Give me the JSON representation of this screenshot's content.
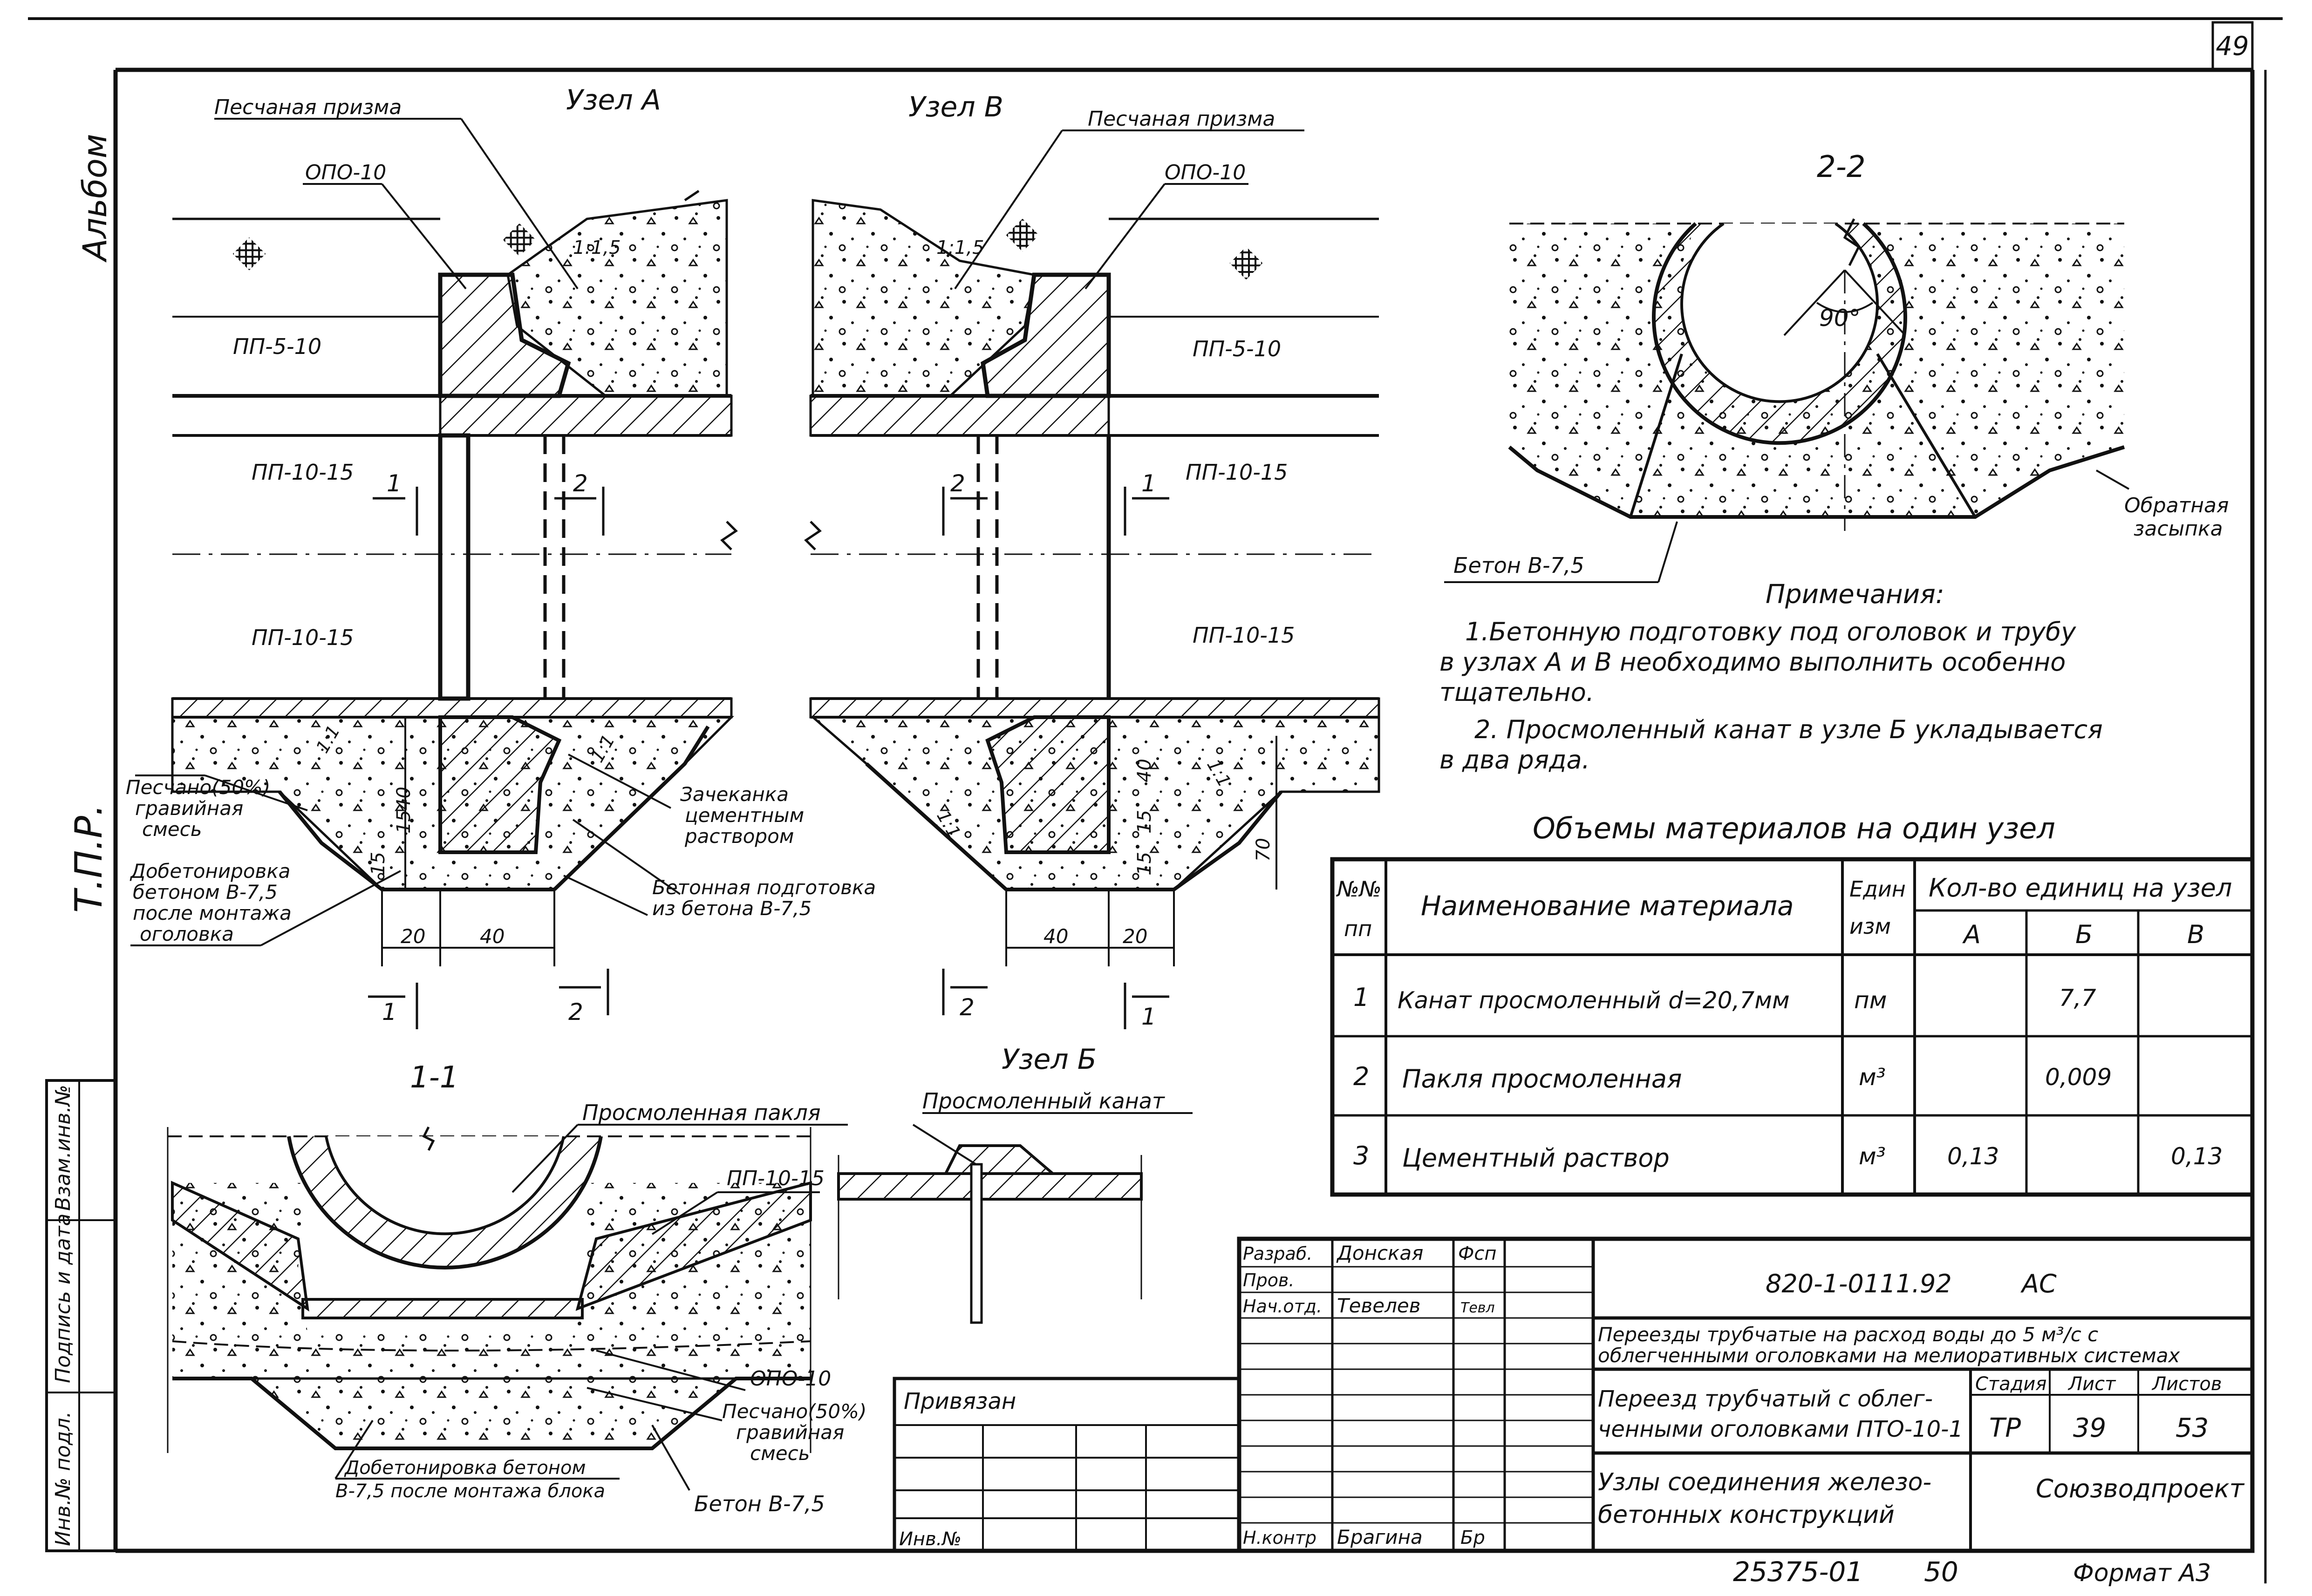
{
  "sheet": {
    "page_number": "49",
    "side_album": "Альбом",
    "side_tpr": "Т.П.Р.",
    "side_labels": [
      "Взам.инв.№",
      "Подпись и дата",
      "Инв.№ подл."
    ]
  },
  "uzel_a": {
    "title": "Узел А",
    "sand_prism": "Песчаная призма",
    "opo": "ОПО-10",
    "slope": "1:1,5",
    "pp_top": "ПП-5-10",
    "pp_mid": "ПП-10-15",
    "pp_low": "ПП-10-15",
    "sec1": "1",
    "sec2": "2",
    "dim_40": "40",
    "dim_15a": "15",
    "dim_15b": "15",
    "dim_20": "20",
    "dim_40b": "40",
    "slope_small": "1:1",
    "sand_gravel": [
      "Песчано(50%)",
      "гравийная",
      "смесь"
    ],
    "concreting": [
      "Добетонировка",
      "бетоном В-7,5",
      "после монтажа",
      "оголовка"
    ],
    "caulking": [
      "Зачеканка",
      "цементным",
      "раствором"
    ],
    "base": [
      "Бетонная подготовка",
      "из бетона В-7,5"
    ]
  },
  "uzel_v": {
    "title": "Узел В",
    "sand_prism": "Песчаная призма",
    "opo": "ОПО-10",
    "slope": "1:1,5",
    "pp_top": "ПП-5-10",
    "pp_mid": "ПП-10-15",
    "pp_low": "ПП-10-15",
    "sec1": "1",
    "sec2": "2",
    "dim_40": "40",
    "dim_15a": "15",
    "dim_15b": "15",
    "dim_40b": "40",
    "dim_20": "20",
    "dim_70": "70",
    "slope_small": "1:1"
  },
  "section_22": {
    "title": "2-2",
    "angle": "90°",
    "backfill": [
      "Обратная",
      "засыпка"
    ],
    "concrete": "Бетон В-7,5"
  },
  "notes": {
    "title": "Примечания:",
    "lines": [
      "1.Бетонную подготовку под оголовок и трубу",
      "в узлах А и В необходимо выполнить особенно",
      "тщательно.",
      "2. Просмоленный канат в узле Б укладывается",
      "в два ряда."
    ]
  },
  "materials": {
    "title": "Объемы материалов на один узел",
    "h_num": [
      "№№",
      "пп"
    ],
    "h_name": "Наименование материала",
    "h_unit": [
      "Един",
      "изм"
    ],
    "h_qty": "Кол-во единиц на узел",
    "h_cols": [
      "А",
      "Б",
      "В"
    ],
    "rows": [
      {
        "n": "1",
        "name": "Канат просмоленный d=20,7мм",
        "unit": "пм",
        "a": "",
        "b": "7,7",
        "v": ""
      },
      {
        "n": "2",
        "name": "Пакля просмоленная",
        "unit": "м³",
        "a": "",
        "b": "0,009",
        "v": ""
      },
      {
        "n": "3",
        "name": "Цементный раствор",
        "unit": "м³",
        "a": "0,13",
        "b": "",
        "v": "0,13"
      }
    ]
  },
  "section_11": {
    "title": "1-1",
    "pakla": "Просмоленная пакля",
    "pp": "ПП-10-15",
    "opo": "ОПО-10",
    "sand_gravel": [
      "Песчано(50%)",
      "гравийная",
      "смесь"
    ],
    "concreting": [
      "Добетонировка бетоном",
      "В-7,5 после монтажа блока"
    ],
    "concrete": "Бетон В-7,5"
  },
  "uzel_b": {
    "title": "Узел Б",
    "rope": "Просмоленный канат"
  },
  "stamp": {
    "roles": [
      "Разраб.",
      "Пров.",
      "Нач.отд."
    ],
    "names": [
      "Донская",
      "",
      "Тевелев"
    ],
    "signs": [
      "Фсп",
      "",
      "Тевл"
    ],
    "code": "820-1-0111.92",
    "code_suffix": "АС",
    "project": [
      "Переезды трубчатые на расход воды до 5 м³/с с",
      "облегченными оголовками на мелиоративных системах"
    ],
    "sheet_title": [
      "Переезд трубчатый с облег-",
      "ченными оголовками ПТО-10-1"
    ],
    "drawing_title": [
      "Узлы соединения железо-",
      "бетонных конструкций"
    ],
    "h_stage": "Стадия",
    "h_sheet": "Лист",
    "h_sheets": "Листов",
    "stage": "ТР",
    "sheet": "39",
    "sheets": "53",
    "org": "Союзводпроект",
    "nkontr": "Н.контр",
    "nkontr_name": "Брагина",
    "nkontr_sign": "Бр"
  },
  "binding": {
    "title": "Привязан",
    "inv": "Инв.№"
  },
  "footer": {
    "number": "25375-01",
    "page": "50",
    "format": "Формат А3"
  }
}
